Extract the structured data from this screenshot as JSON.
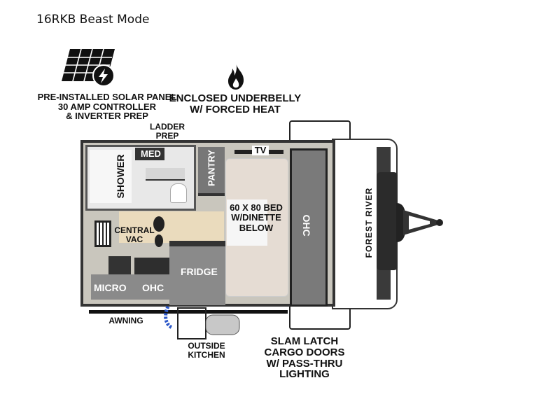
{
  "title": "16RKB Beast Mode",
  "callouts": {
    "solar": [
      "PRE-INSTALLED SOLAR PANEL",
      "30 AMP CONTROLLER",
      "& INVERTER PREP"
    ],
    "underbelly": [
      "ENCLOSED UNDERBELLY",
      "W/ FORCED HEAT"
    ],
    "ladder": [
      "LADDER",
      "PREP"
    ],
    "awning": "AWNING",
    "kitchen": [
      "OUTSIDE",
      "KITCHEN"
    ],
    "cargo": [
      "SLAM LATCH",
      "CARGO DOORS",
      "W/ PASS-THRU",
      "LIGHTING"
    ]
  },
  "rooms": {
    "shower": "SHOWER",
    "med": "MED",
    "pantry": "PANTRY",
    "tv": "TV",
    "bed": [
      "60 X 80 BED",
      "W/DINETTE",
      "BELOW"
    ],
    "ohc_front": "OHC",
    "central_vac": [
      "CENTRAL",
      "VAC"
    ],
    "fridge": "FRIDGE",
    "micro": "MICRO",
    "ohc_kitchen": "OHC"
  },
  "brand": "FOREST RIVER",
  "icons": [
    "solar-panel-icon",
    "flame-icon",
    "footprint-icon"
  ]
}
